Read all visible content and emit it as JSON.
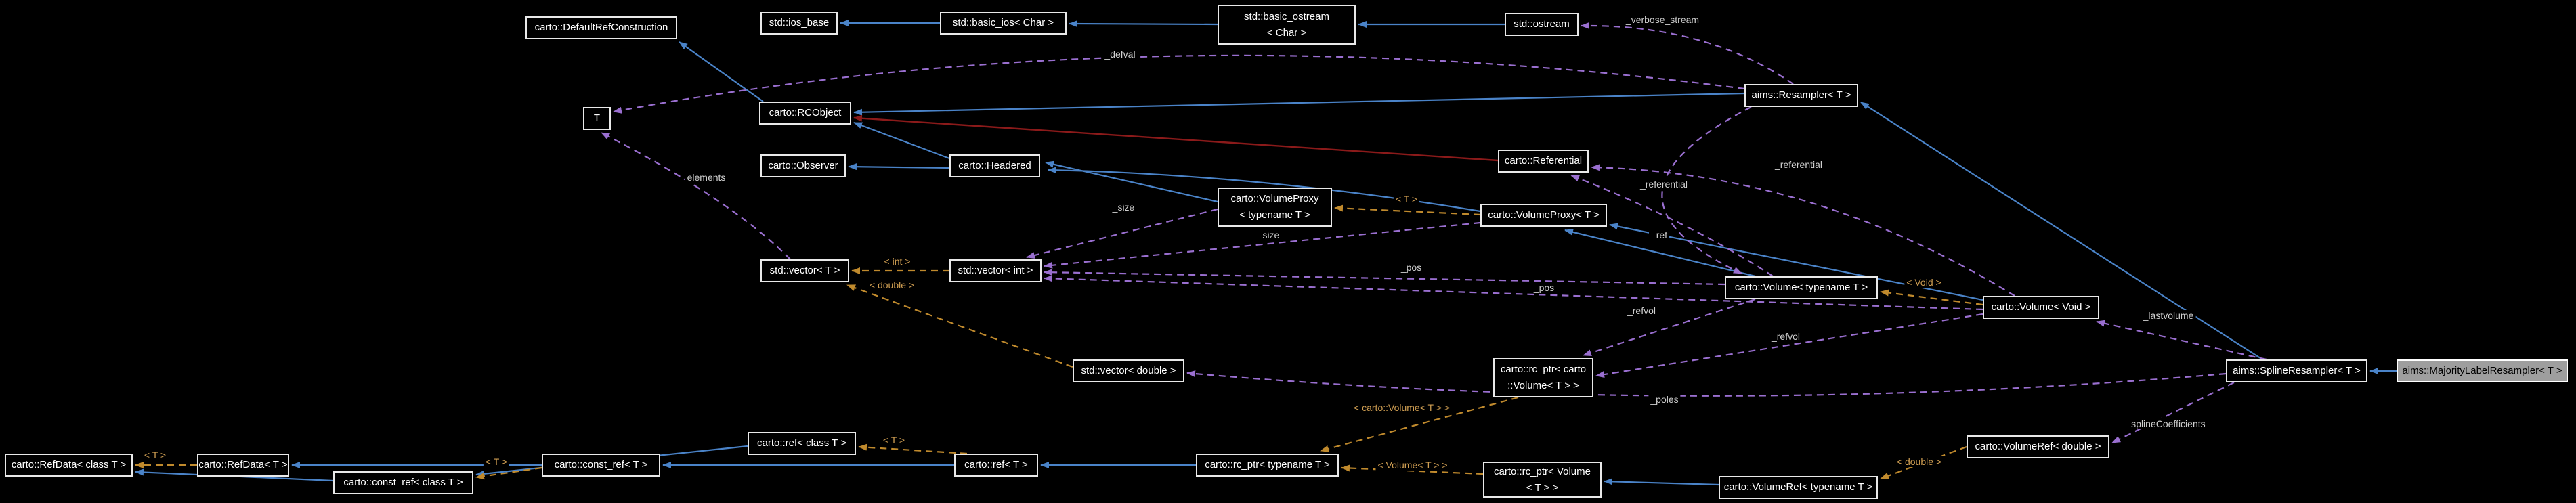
{
  "diagram_type": "doxygen-collaboration-graph",
  "colors": {
    "background": "#000000",
    "node_background": "#000000",
    "node_border": "#e9e9e9",
    "node_text": "#ffffff",
    "current_node_background": "#9e9e9e",
    "current_node_text": "#000000",
    "inheritance_edge": "#4a83c8",
    "private_inheritance_edge": "#8b1a1a",
    "member_edge": "#9a6fd0",
    "template_edge": "#c08a2d"
  },
  "nodes": {
    "default_ref_construction": {
      "lines": [
        "carto::DefaultRefConstruction"
      ]
    },
    "ios_base": {
      "lines": [
        "std::ios_base"
      ]
    },
    "basic_ios_char": {
      "lines": [
        "std::basic_ios< Char >"
      ]
    },
    "basic_ostream_char": {
      "lines": [
        "std::basic_ostream",
        "< Char >"
      ]
    },
    "ostream": {
      "lines": [
        "std::ostream"
      ]
    },
    "resampler_t": {
      "lines": [
        "aims::Resampler< T >"
      ]
    },
    "t": {
      "lines": [
        "T"
      ]
    },
    "rcobject": {
      "lines": [
        "carto::RCObject"
      ]
    },
    "observer": {
      "lines": [
        "carto::Observer"
      ]
    },
    "headered": {
      "lines": [
        "carto::Headered"
      ]
    },
    "referential": {
      "lines": [
        "carto::Referential"
      ]
    },
    "volume_proxy_generic": {
      "lines": [
        "carto::VolumeProxy",
        "< typename T >"
      ]
    },
    "volume_proxy_t": {
      "lines": [
        "carto::VolumeProxy< T >"
      ]
    },
    "vector_t": {
      "lines": [
        "std::vector< T >"
      ]
    },
    "vector_int": {
      "lines": [
        "std::vector< int >"
      ]
    },
    "volume_generic": {
      "lines": [
        "carto::Volume< typename T >"
      ]
    },
    "volume_void": {
      "lines": [
        "carto::Volume< Void >"
      ]
    },
    "vector_double": {
      "lines": [
        "std::vector< double >"
      ]
    },
    "rcptr_carto_volume_t": {
      "lines": [
        "carto::rc_ptr< carto",
        "::Volume< T > >"
      ]
    },
    "spline_resampler_t": {
      "lines": [
        "aims::SplineResampler< T >"
      ]
    },
    "majority_label_resampler_t": {
      "lines": [
        "aims::MajorityLabelResampler< T >"
      ]
    },
    "refdata_class_t": {
      "lines": [
        "carto::RefData< class T >"
      ]
    },
    "refdata_t": {
      "lines": [
        "carto::RefData< T >"
      ]
    },
    "const_ref_class_t": {
      "lines": [
        "carto::const_ref< class T >"
      ]
    },
    "const_ref_t": {
      "lines": [
        "carto::const_ref< T >"
      ]
    },
    "ref_class_t": {
      "lines": [
        "carto::ref< class T >"
      ]
    },
    "ref_t": {
      "lines": [
        "carto::ref< T >"
      ]
    },
    "rcptr_typename_t": {
      "lines": [
        "carto::rc_ptr< typename T >"
      ]
    },
    "rcptr_volume_t": {
      "lines": [
        "carto::rc_ptr< Volume",
        "< T > >"
      ]
    },
    "volumeref_typename_t": {
      "lines": [
        "carto::VolumeRef< typename T >"
      ]
    },
    "volumeref_double": {
      "lines": [
        "carto::VolumeRef< double >"
      ]
    }
  },
  "edge_labels": {
    "verbose_stream": "_verbose_stream",
    "defval": "_defval",
    "elements": "elements",
    "size_1": "_size",
    "size_2": "_size",
    "pos_1": "_pos",
    "pos_2": "_pos",
    "referential_1": "_referential",
    "referential_2": "_referential",
    "ref": "_ref",
    "refvol_1": "_refvol",
    "refvol_2": "_refvol",
    "lastvolume": "_lastvolume",
    "poles": "_poles",
    "spline_coefficients": "_splineCoefficients",
    "tmpl_t_volumeproxy": "< T >",
    "tmpl_int": "< int >",
    "tmpl_double_vector": "< double >",
    "tmpl_void": "< Void >",
    "tmpl_carto_volume": "< carto::Volume< T > >",
    "tmpl_volume": "< Volume< T > >",
    "tmpl_double_volumeref": "< double >",
    "tmpl_t_refdata": "< T >",
    "tmpl_t_constref": "< T >",
    "tmpl_t_ref": "< T >"
  },
  "edges": [
    {
      "from": "std::basic_ios< Char >",
      "to": "std::ios_base",
      "type": "inheritance"
    },
    {
      "from": "std::basic_ostream< Char >",
      "to": "std::basic_ios< Char >",
      "type": "inheritance"
    },
    {
      "from": "std::ostream",
      "to": "std::basic_ostream< Char >",
      "type": "inheritance"
    },
    {
      "from": "aims::Resampler< T >",
      "to": "carto::RCObject",
      "type": "inheritance"
    },
    {
      "from": "carto::Headered",
      "to": "carto::RCObject",
      "type": "inheritance"
    },
    {
      "from": "carto::Headered",
      "to": "carto::Observer",
      "type": "inheritance"
    },
    {
      "from": "carto::VolumeProxy< T >",
      "to": "carto::Headered",
      "type": "inheritance"
    },
    {
      "from": "carto::VolumeProxy< typename T >",
      "to": "carto::Headered",
      "type": "inheritance"
    },
    {
      "from": "carto::Volume< typename T >",
      "to": "carto::VolumeProxy< T >",
      "type": "inheritance"
    },
    {
      "from": "carto::Volume< Void >",
      "to": "carto::VolumeProxy< T >",
      "type": "inheritance"
    },
    {
      "from": "aims::SplineResampler< T >",
      "to": "aims::Resampler< T >",
      "type": "inheritance"
    },
    {
      "from": "aims::MajorityLabelResampler< T >",
      "to": "aims::SplineResampler< T >",
      "type": "inheritance"
    },
    {
      "from": "carto::RCObject",
      "to": "carto::DefaultRefConstruction",
      "type": "inheritance"
    },
    {
      "from": "carto::const_ref< T >",
      "to": "carto::RefData< T >",
      "type": "inheritance"
    },
    {
      "from": "carto::const_ref< class T >",
      "to": "carto::RefData< class T >",
      "type": "inheritance"
    },
    {
      "from": "carto::ref< T >",
      "to": "carto::const_ref< T >",
      "type": "inheritance"
    },
    {
      "from": "carto::ref< class T >",
      "to": "carto::const_ref< class T >",
      "type": "inheritance"
    },
    {
      "from": "carto::rc_ptr< typename T >",
      "to": "carto::ref< T >",
      "type": "inheritance"
    },
    {
      "from": "carto::VolumeRef< typename T >",
      "to": "carto::rc_ptr< Volume< T > >",
      "type": "inheritance"
    },
    {
      "from": "carto::Referential",
      "to": "carto::RCObject",
      "type": "private-inheritance"
    },
    {
      "from": "aims::Resampler< T >",
      "to": "std::ostream",
      "type": "member",
      "label": "_verbose_stream"
    },
    {
      "from": "aims::Resampler< T >",
      "to": "T",
      "type": "member",
      "label": "_defval"
    },
    {
      "from": "aims::Resampler< T >",
      "to": "carto::Volume< typename T >",
      "type": "member",
      "label": "_ref"
    },
    {
      "from": "std::vector< T >",
      "to": "T",
      "type": "member",
      "label": "elements"
    },
    {
      "from": "carto::VolumeProxy< typename T >",
      "to": "std::vector< int >",
      "type": "member",
      "label": "_size"
    },
    {
      "from": "carto::VolumeProxy< T >",
      "to": "std::vector< int >",
      "type": "member",
      "label": "_size"
    },
    {
      "from": "carto::Volume< typename T >",
      "to": "std::vector< int >",
      "type": "member",
      "label": "_pos"
    },
    {
      "from": "carto::Volume< Void >",
      "to": "std::vector< int >",
      "type": "member",
      "label": "_pos"
    },
    {
      "from": "carto::Volume< typename T >",
      "to": "carto::Referential",
      "type": "member",
      "label": "_referential"
    },
    {
      "from": "carto::Volume< Void >",
      "to": "carto::Referential",
      "type": "member",
      "label": "_referential"
    },
    {
      "from": "carto::Volume< typename T >",
      "to": "carto::rc_ptr< carto::Volume< T > >",
      "type": "member",
      "label": "_refvol"
    },
    {
      "from": "carto::Volume< Void >",
      "to": "carto::rc_ptr< carto::Volume< T > >",
      "type": "member",
      "label": "_refvol"
    },
    {
      "from": "aims::SplineResampler< T >",
      "to": "carto::Volume< Void >",
      "type": "member",
      "label": "_lastvolume"
    },
    {
      "from": "aims::SplineResampler< T >",
      "to": "std::vector< double >",
      "type": "member",
      "label": "_poles"
    },
    {
      "from": "aims::SplineResampler< T >",
      "to": "carto::VolumeRef< double >",
      "type": "member",
      "label": "_splineCoefficients"
    },
    {
      "from": "std::vector< int >",
      "to": "std::vector< T >",
      "type": "template-instance",
      "label": "< int >"
    },
    {
      "from": "std::vector< double >",
      "to": "std::vector< T >",
      "type": "template-instance",
      "label": "< double >"
    },
    {
      "from": "carto::VolumeProxy< T >",
      "to": "carto::VolumeProxy< typename T >",
      "type": "template-instance",
      "label": "< T >"
    },
    {
      "from": "carto::Volume< Void >",
      "to": "carto::Volume< typename T >",
      "type": "template-instance",
      "label": "< Void >"
    },
    {
      "from": "carto::rc_ptr< carto::Volume< T > >",
      "to": "carto::rc_ptr< typename T >",
      "type": "template-instance",
      "label": "< carto::Volume< T > >"
    },
    {
      "from": "carto::rc_ptr< Volume< T > >",
      "to": "carto::rc_ptr< typename T >",
      "type": "template-instance",
      "label": "< Volume< T > >"
    },
    {
      "from": "carto::VolumeRef< double >",
      "to": "carto::VolumeRef< typename T >",
      "type": "template-instance",
      "label": "< double >"
    },
    {
      "from": "carto::RefData< T >",
      "to": "carto::RefData< class T >",
      "type": "template-instance",
      "label": "< T >"
    },
    {
      "from": "carto::const_ref< T >",
      "to": "carto::const_ref< class T >",
      "type": "template-instance",
      "label": "< T >"
    },
    {
      "from": "carto::ref< T >",
      "to": "carto::ref< class T >",
      "type": "template-instance",
      "label": "< T >"
    }
  ]
}
